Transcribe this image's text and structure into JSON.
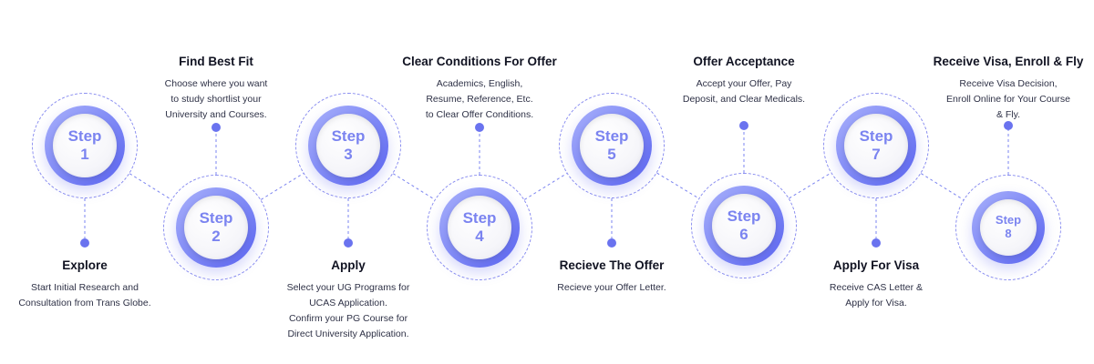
{
  "colors": {
    "accent": "#6a73ef",
    "ring_light": "#a9b1fb",
    "ring_dark": "#5a63ef",
    "text": "#111322"
  },
  "steps": [
    {
      "label": "Step",
      "number": "1",
      "title": "Explore",
      "desc": [
        "Start Initial Research and",
        "Consultation from Trans Globe."
      ]
    },
    {
      "label": "Step",
      "number": "2",
      "title": "Find Best Fit",
      "desc": [
        "Choose where you want",
        "to study shortlist your",
        "University and Courses."
      ]
    },
    {
      "label": "Step",
      "number": "3",
      "title": "Apply",
      "desc": [
        "Select your UG Programs for",
        "UCAS Application.",
        "Confirm your PG Course for",
        "Direct University Application."
      ]
    },
    {
      "label": "Step",
      "number": "4",
      "title": "Clear Conditions For Offer",
      "desc": [
        "Academics, English,",
        "Resume, Reference, Etc.",
        "to Clear Offer Conditions."
      ]
    },
    {
      "label": "Step",
      "number": "5",
      "title": "Recieve The Offer",
      "desc": [
        "Recieve your Offer Letter."
      ]
    },
    {
      "label": "Step",
      "number": "6",
      "title": "Offer Acceptance",
      "desc": [
        "Accept your Offer, Pay",
        "Deposit, and Clear Medicals."
      ]
    },
    {
      "label": "Step",
      "number": "7",
      "title": "Apply For Visa",
      "desc": [
        "Receive CAS Letter &",
        "Apply for Visa."
      ]
    },
    {
      "label": "Step",
      "number": "8",
      "title": "Receive Visa, Enroll & Fly",
      "desc": [
        "Receive Visa Decision,",
        "Enroll Online for Your Course",
        "& Fly."
      ]
    }
  ]
}
